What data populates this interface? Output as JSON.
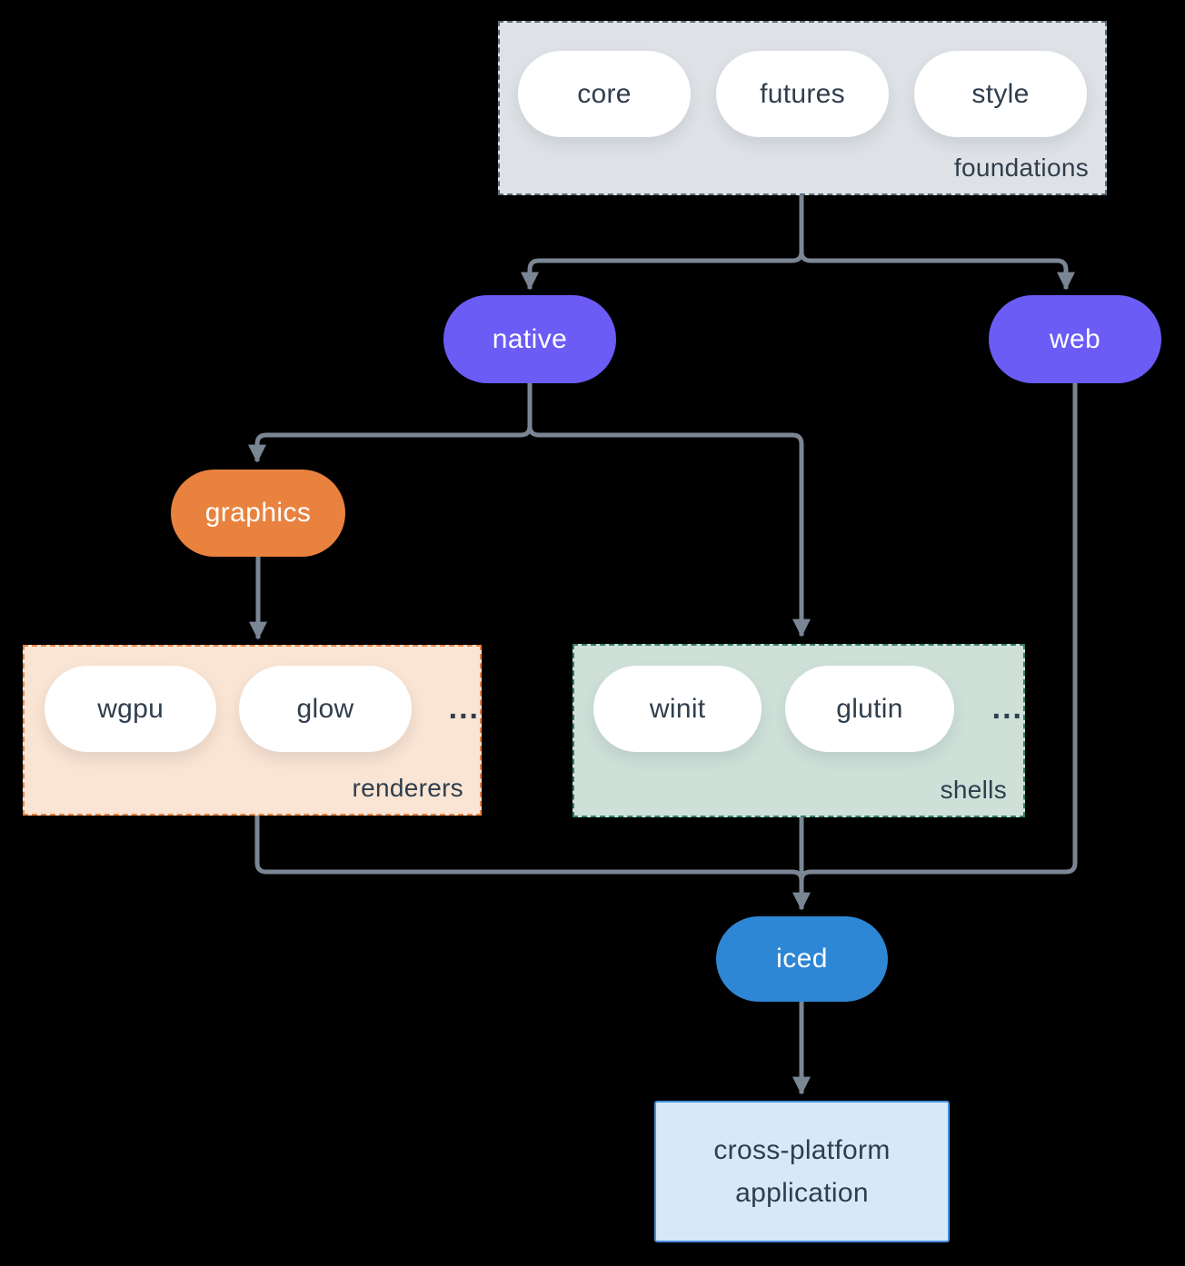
{
  "colors": {
    "background": "#000000",
    "connector": "#7b8694",
    "text-dark": "#2f3e4d",
    "purple": "#6a5cf5",
    "orange": "#e8823e",
    "blue": "#2e87d5",
    "foundations-fill": "#dee2e6",
    "foundations-border": "#5c6d7d",
    "renderers-fill": "#fae4d3",
    "renderers-border": "#e8823e",
    "shells-fill": "#cfe0d8",
    "shells-border": "#2f7d6d",
    "app-fill": "#d7e9f9",
    "app-border": "#4a90d9"
  },
  "foundations": {
    "label": "foundations",
    "items": [
      "core",
      "futures",
      "style"
    ]
  },
  "nodes": {
    "native": "native",
    "web": "web",
    "graphics": "graphics",
    "iced": "iced"
  },
  "renderers": {
    "label": "renderers",
    "items": [
      "wgpu",
      "glow"
    ],
    "ellipsis": "..."
  },
  "shells": {
    "label": "shells",
    "items": [
      "winit",
      "glutin"
    ],
    "ellipsis": "..."
  },
  "app": {
    "line1": "cross-platform",
    "line2": "application"
  }
}
